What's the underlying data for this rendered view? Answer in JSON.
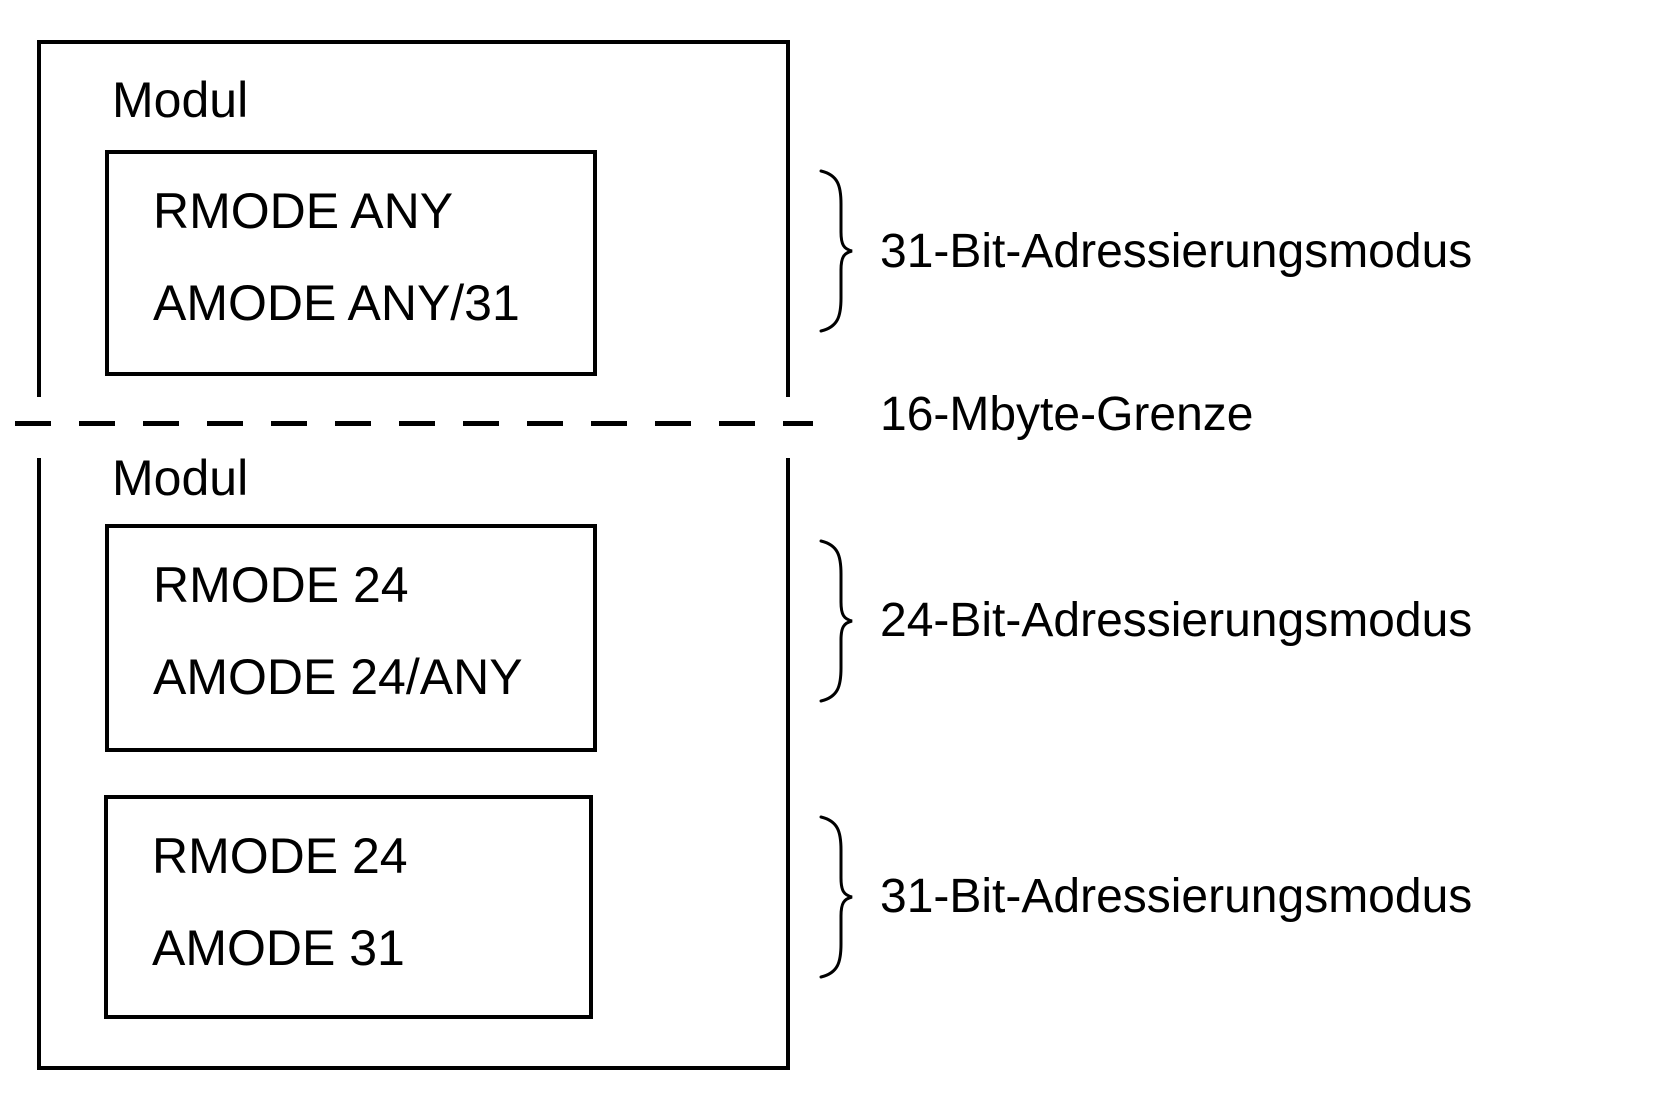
{
  "colors": {
    "background": "#ffffff",
    "line": "#000000",
    "text": "#000000"
  },
  "diagram": {
    "top_section": {
      "module_label": "Modul",
      "module_box": {
        "lines": [
          "RMODE ANY",
          "AMODE ANY/31"
        ]
      },
      "annotation": "31-Bit-Adressierungsmodus"
    },
    "boundary": {
      "label": "16-Mbyte-Grenze"
    },
    "bottom_section": {
      "module_label": "Modul",
      "module_box_1": {
        "lines": [
          "RMODE 24",
          "AMODE 24/ANY"
        ]
      },
      "annotation_1": "24-Bit-Adressierungsmodus",
      "module_box_2": {
        "lines": [
          "RMODE 24",
          "AMODE 31"
        ]
      },
      "annotation_2": "31-Bit-Adressierungsmodus"
    }
  }
}
